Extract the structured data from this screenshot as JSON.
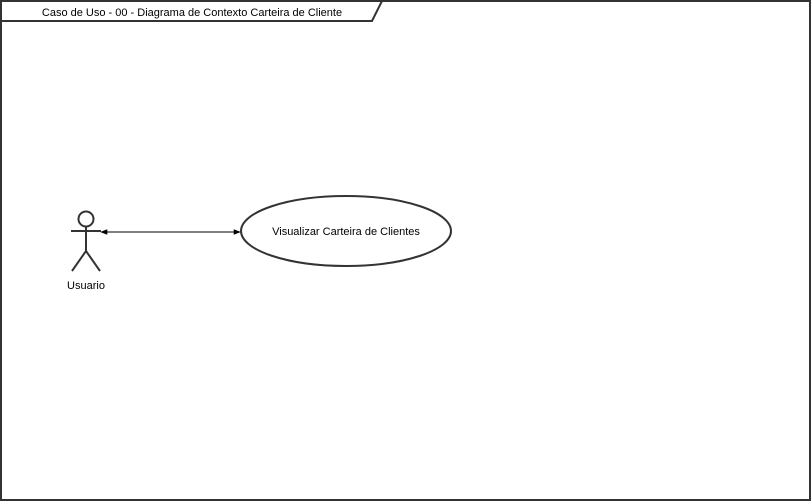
{
  "frame": {
    "title": "Caso de Uso - 00 - Diagrama de Contexto Carteira de Cliente"
  },
  "actor": {
    "label": "Usuario"
  },
  "use_case": {
    "label": "Visualizar Carteira de Clientes"
  },
  "colors": {
    "frame_stroke": "#333333",
    "shape_stroke": "#333333",
    "connector": "#000000",
    "background": "#ffffff"
  }
}
